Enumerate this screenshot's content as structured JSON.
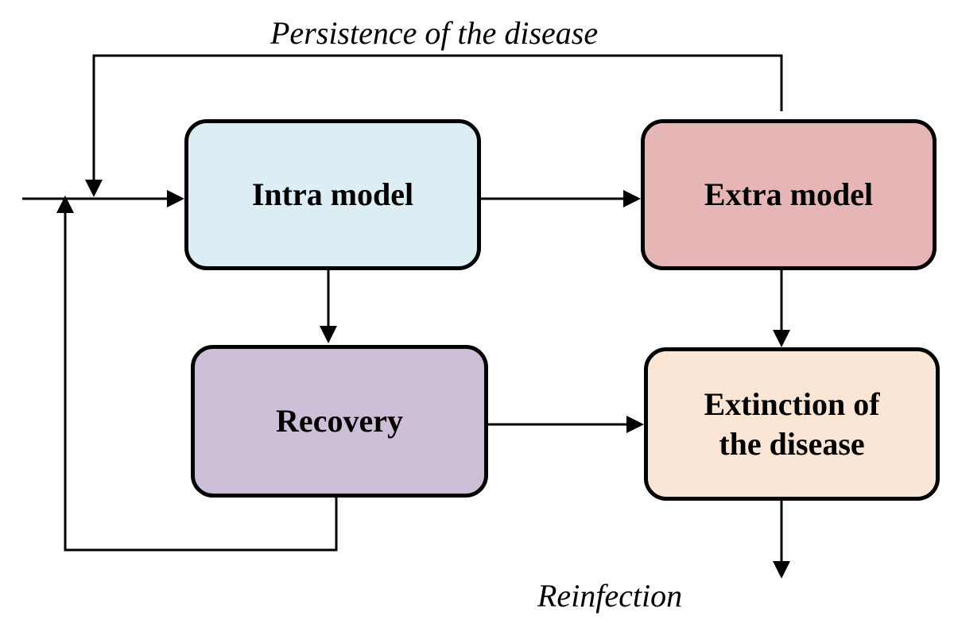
{
  "diagram": {
    "nodes": {
      "intra": {
        "label": "Intra model",
        "fill": "#dcedf3"
      },
      "extra": {
        "label": "Extra model",
        "fill": "#e6b6b6"
      },
      "recovery": {
        "label": "Recovery",
        "fill": "#cdbfd8"
      },
      "extinction": {
        "label": "Extinction of\nthe disease",
        "fill": "#fbe6d6"
      }
    },
    "labels": {
      "persistence": "Persistence of the disease",
      "reinfection": "Reinfection"
    },
    "edges": [
      {
        "from": "input",
        "to": "intra"
      },
      {
        "from": "intra",
        "to": "extra"
      },
      {
        "from": "intra",
        "to": "recovery"
      },
      {
        "from": "extra",
        "to": "extinction"
      },
      {
        "from": "recovery",
        "to": "extinction"
      },
      {
        "from": "extra",
        "to": "input",
        "label": "persistence"
      },
      {
        "from": "recovery",
        "to": "input"
      },
      {
        "from": "extinction",
        "to": "output",
        "label": "reinfection"
      }
    ],
    "colors": {
      "stroke": "#000000"
    }
  }
}
